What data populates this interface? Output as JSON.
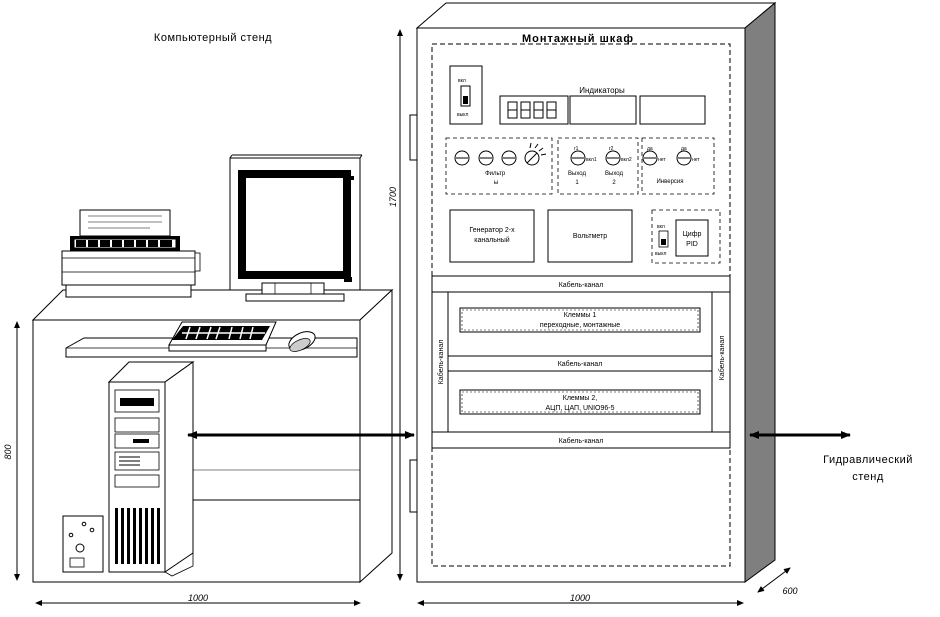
{
  "labels": {
    "computer_stand": "Компьютерный стенд",
    "cabinet_title": "Монтажный шкаф",
    "indicators": "Индикаторы",
    "filters": "Фильтр\nы",
    "out1": "Выход\n1",
    "out2": "Выход\n2",
    "inversion": "Инверсия",
    "generator": "Генератор 2-х\nканальный",
    "voltmeter": "Вольтметр",
    "pid": "Цифр\nPID",
    "cable_top": "Кабель-канал",
    "cable_mid": "Кабель-канал",
    "cable_bottom": "Кабель-канал",
    "cable_left": "Кабель-канал",
    "cable_right": "Кабель-канал",
    "terminals1": "Клеммы 1\nпереходные, монтажные",
    "terminals2": "Клеммы 2,\nАЦП, ЦАП, UNIO96-5",
    "hydraulic": "Гидравлический\nстенд",
    "switch_on": "вкл",
    "switch_off": "выкл",
    "r1": "r1",
    "r2": "r2",
    "vkl1": "вкл1",
    "vkl2": "вкл2",
    "da": "да",
    "net": "нет"
  },
  "dimensions": {
    "height_cabinet": "1700",
    "height_desk": "800",
    "width_desk": "1000",
    "width_cabinet": "1000",
    "depth_cabinet": "600"
  },
  "indicator_display": "8.8.8.8"
}
